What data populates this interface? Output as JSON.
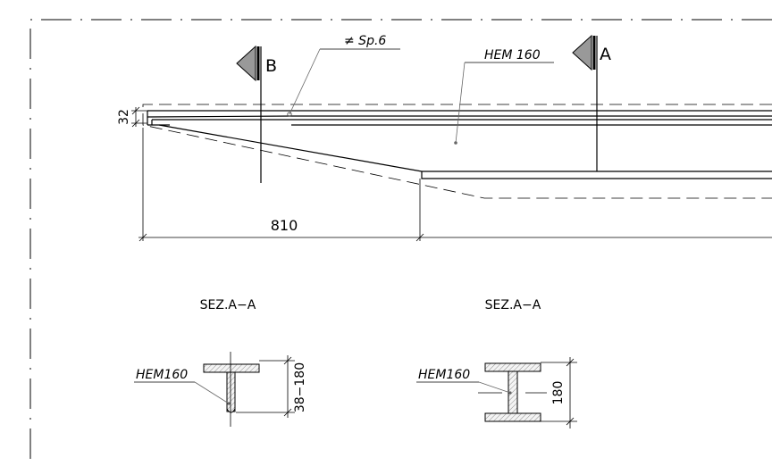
{
  "labels": {
    "section_b": "B",
    "section_a": "A",
    "plate": "≠ Sp.6",
    "profile_top": "HEM 160",
    "dim_32": "32",
    "dim_810": "810",
    "section_title_left": "SEZ.A−A",
    "section_title_right": "SEZ.A−A",
    "profile_left": "HEM160",
    "profile_right": "HEM160",
    "dim_left": "38−180",
    "dim_right": "180"
  }
}
